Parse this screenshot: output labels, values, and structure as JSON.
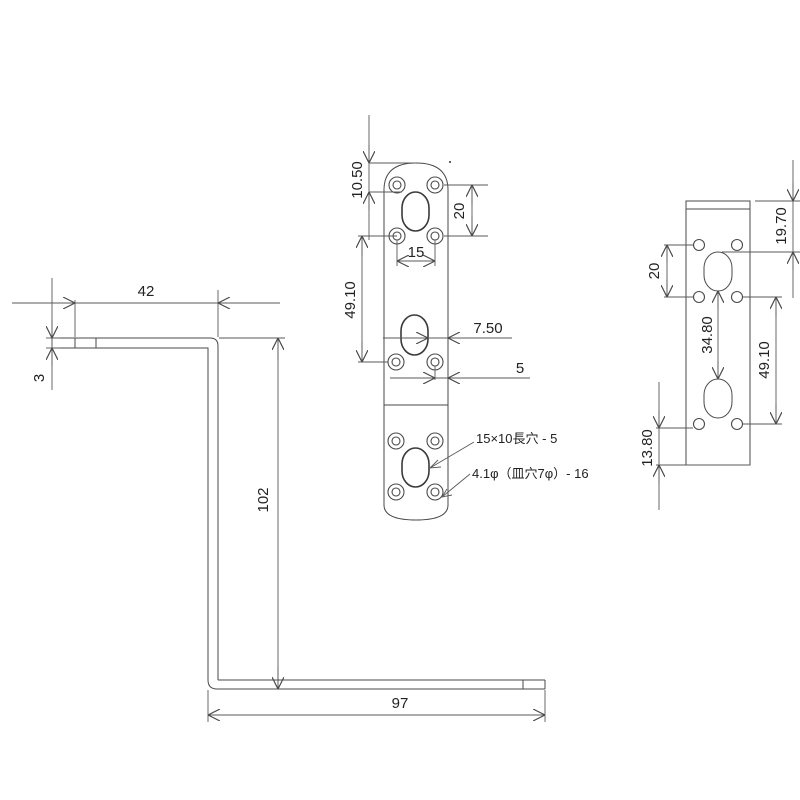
{
  "drawing": {
    "side_view": {
      "dimensions": {
        "top_width": "42",
        "thickness": "3",
        "height": "102",
        "bottom_width": "97"
      }
    },
    "front_view": {
      "dimensions": {
        "top_offset": "10.50",
        "slot_pitch_vertical": "20",
        "hole_spacing_horizontal": "15",
        "hole_to_hole_vertical": "49.10",
        "slot_offset": "7.50",
        "hole_edge_offset": "5"
      },
      "notes": {
        "slot_note": "15×10長穴 - 5",
        "hole_note": "4.1φ（皿穴7φ）- 16"
      }
    },
    "end_view": {
      "dimensions": {
        "top_offset": "19.70",
        "hole_pitch_vertical": "20",
        "slot_spacing": "34.80",
        "hole_to_hole_vertical": "49.10",
        "bottom_offset": "13.80"
      }
    }
  }
}
